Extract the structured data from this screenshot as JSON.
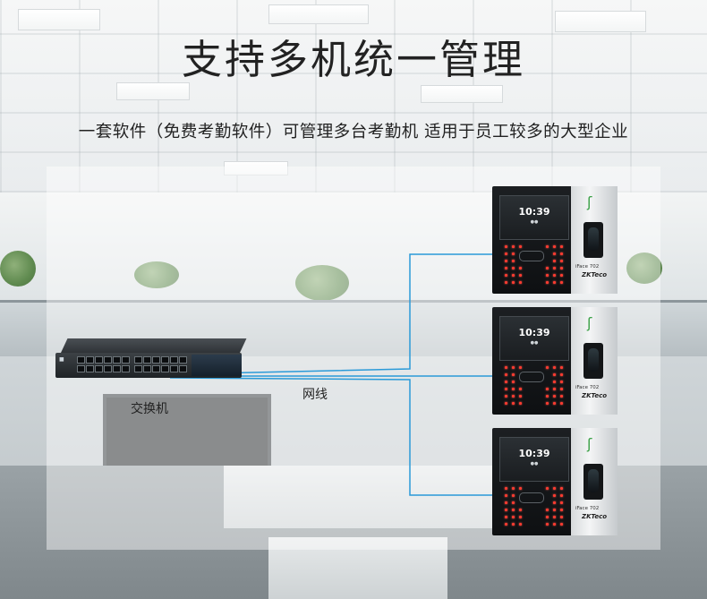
{
  "title": "支持多机统一管理",
  "subtitle": "一套软件（免费考勤软件）可管理多台考勤机  适用于员工较多的大型企业",
  "labels": {
    "switch": "交换机",
    "cable": "网线"
  },
  "devices": [
    {
      "time": "10:39",
      "model": "iFace 702",
      "brand": "ZKTeco"
    },
    {
      "time": "10:39",
      "model": "iFace 702",
      "brand": "ZKTeco"
    },
    {
      "time": "10:39",
      "model": "iFace 702",
      "brand": "ZKTeco"
    }
  ],
  "colors": {
    "cable": "#2a9ad8",
    "title": "#222222"
  }
}
